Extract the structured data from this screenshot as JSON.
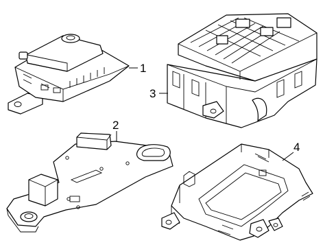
{
  "diagram": {
    "callouts": [
      {
        "label": "1"
      },
      {
        "label": "2"
      },
      {
        "label": "3"
      },
      {
        "label": "4"
      }
    ]
  }
}
